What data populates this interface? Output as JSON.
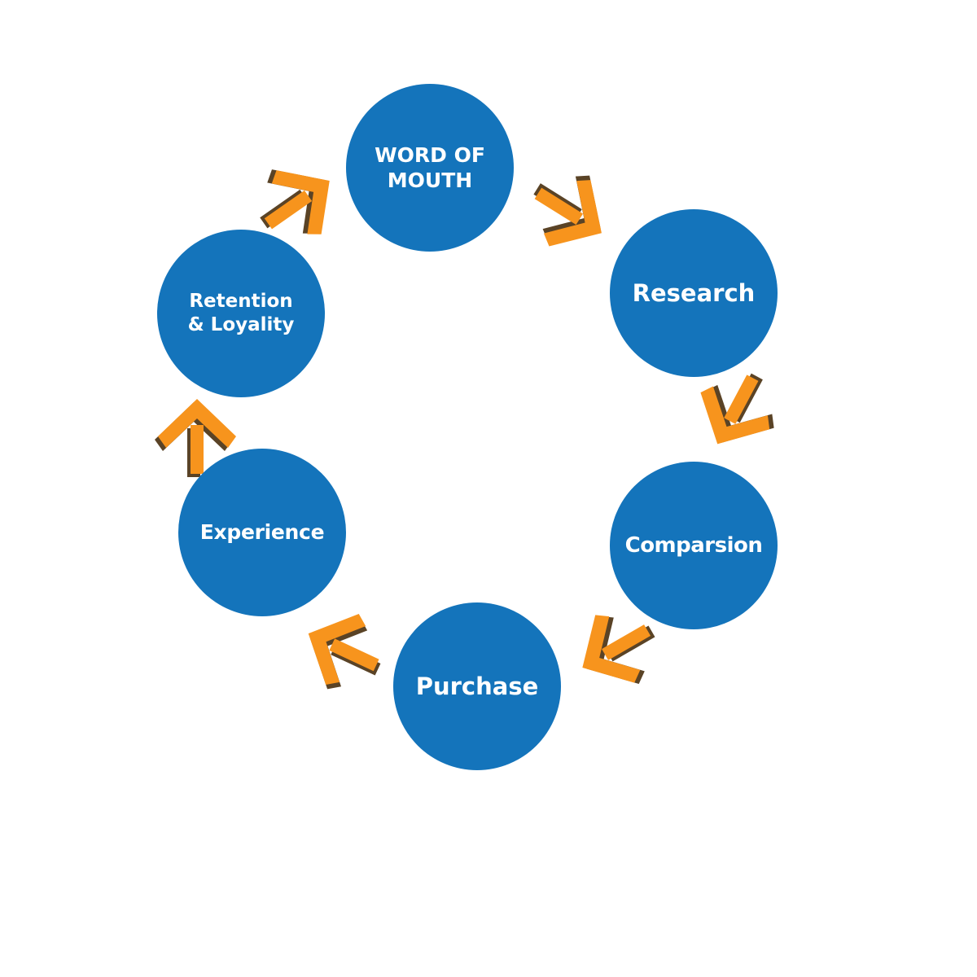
{
  "diagram": {
    "type": "cycle",
    "colors": {
      "node_fill": "#1474bb",
      "node_text": "#ffffff",
      "arrow_fill": "#f7941d",
      "arrow_shadow": "#5a4326"
    },
    "arrow_icon": "chevron-arrow-icon",
    "nodes": [
      {
        "id": "word-of-mouth",
        "label": "WORD OF\nMOUTH"
      },
      {
        "id": "research",
        "label": "Research"
      },
      {
        "id": "comparsion",
        "label": "Comparsion"
      },
      {
        "id": "purchase",
        "label": "Purchase"
      },
      {
        "id": "experience",
        "label": "Experience"
      },
      {
        "id": "retention",
        "label": "Retention\n& Loyality"
      }
    ],
    "arrows": [
      {
        "from": "word-of-mouth",
        "to": "research"
      },
      {
        "from": "research",
        "to": "comparsion"
      },
      {
        "from": "comparsion",
        "to": "purchase"
      },
      {
        "from": "purchase",
        "to": "experience"
      },
      {
        "from": "experience",
        "to": "retention"
      },
      {
        "from": "retention",
        "to": "word-of-mouth"
      }
    ]
  }
}
